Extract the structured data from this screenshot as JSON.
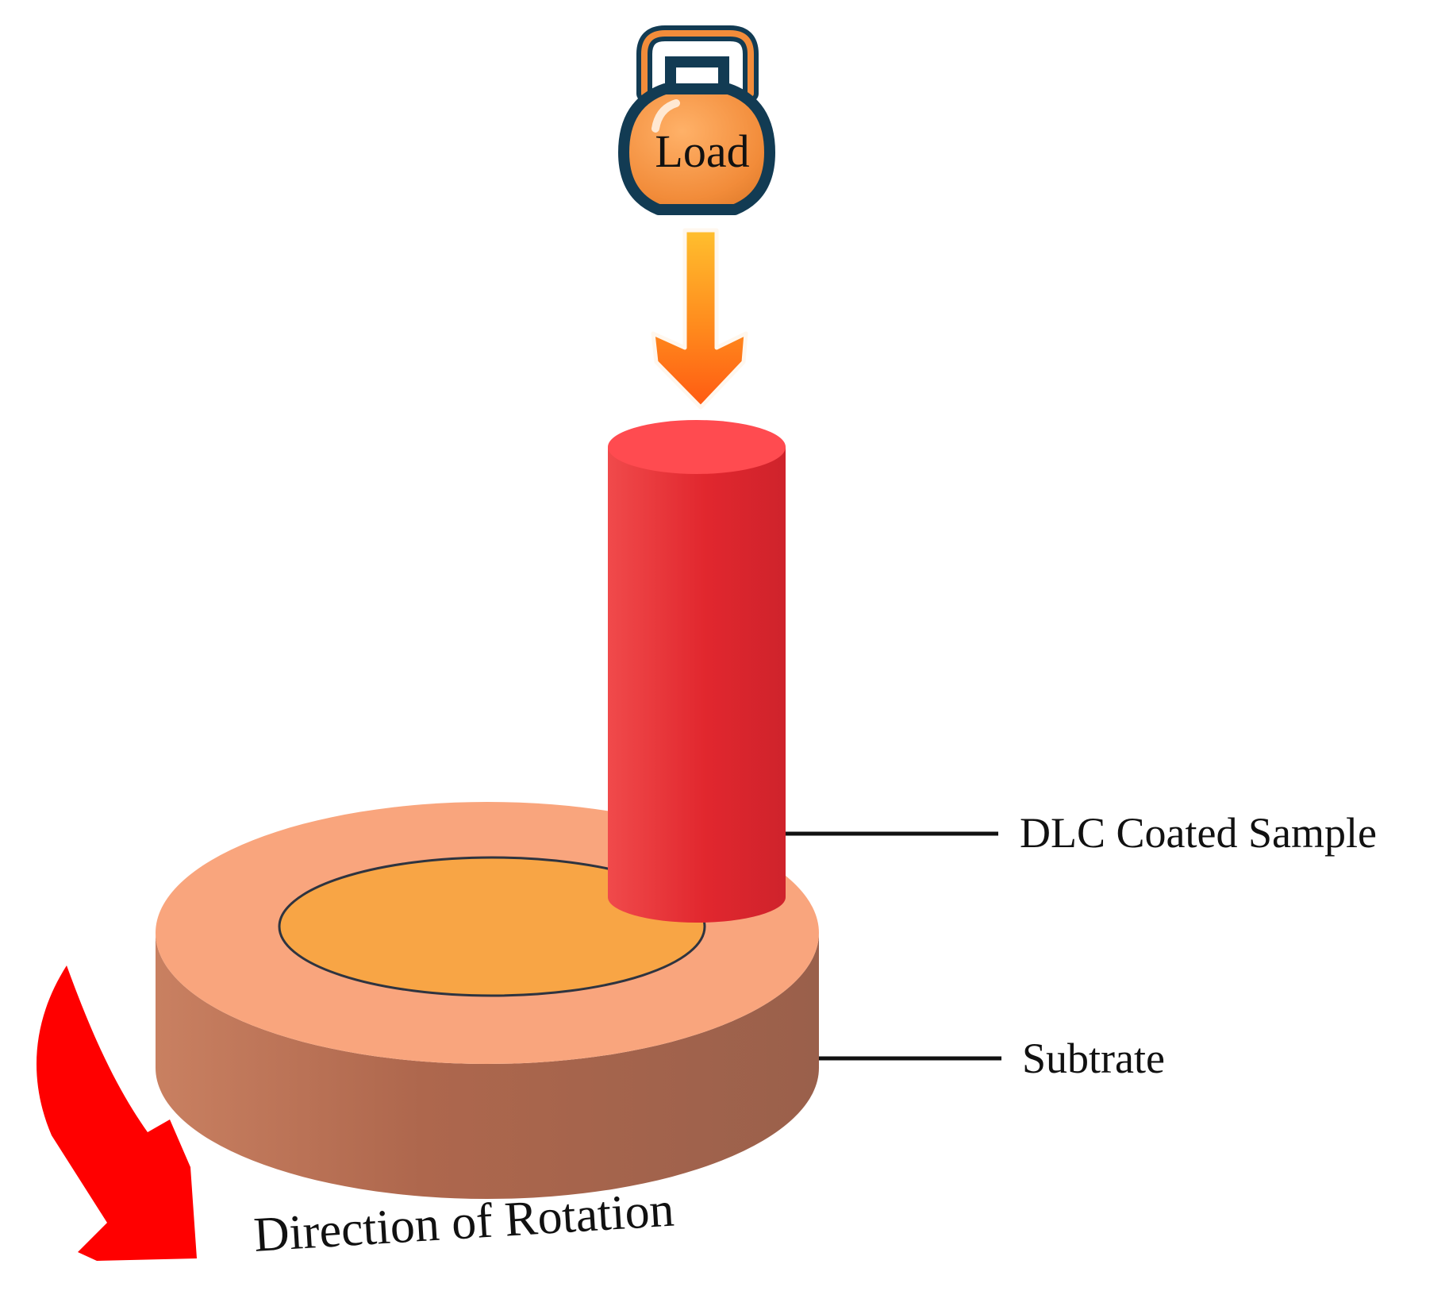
{
  "labels": {
    "load": "Load",
    "dlc_coated_sample": "DLC Coated Sample",
    "substrate": "Subtrate",
    "direction_of_rotation": "Direction of Rotation"
  },
  "icons": {
    "weight": "kettlebell-icon",
    "load_arrow": "arrow-down-icon",
    "rotation_arrow": "curved-arrow-icon"
  },
  "colors": {
    "kettlebell_fill": "#F28C3A",
    "kettlebell_outline": "#123B53",
    "cylinder": "#E62C2F",
    "substrate_top": "#F9A57D",
    "substrate_side": "#A96349",
    "wear_track": "#F7A544",
    "rotation_arrow": "#FF0000"
  }
}
